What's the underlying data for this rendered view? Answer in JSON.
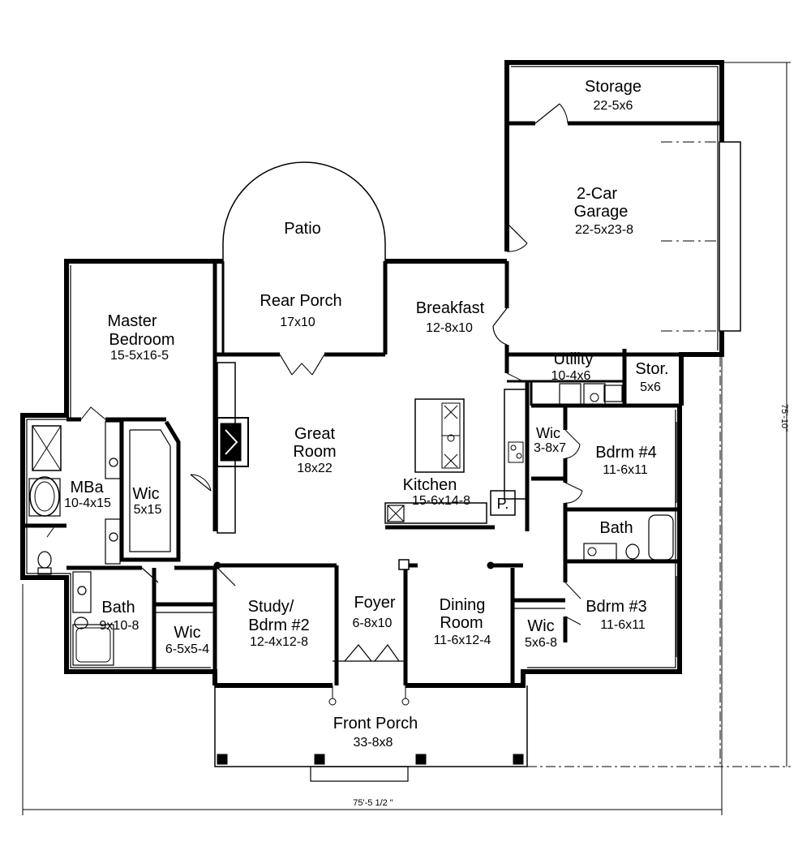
{
  "rooms": {
    "storage": {
      "name": "Storage",
      "dim": "22-5x6"
    },
    "garage": {
      "name1": "2-Car",
      "name2": "Garage",
      "dim": "22-5x23-8"
    },
    "patio": {
      "name": "Patio"
    },
    "rear_porch": {
      "name": "Rear Porch",
      "dim": "17x10"
    },
    "breakfast": {
      "name": "Breakfast",
      "dim": "12-8x10"
    },
    "master": {
      "name1": "Master",
      "name2": "Bedroom",
      "dim": "15-5x16-5"
    },
    "utility": {
      "name": "Utility",
      "dim": "10-4x6"
    },
    "stor": {
      "name": "Stor.",
      "dim": "5x6"
    },
    "great": {
      "name1": "Great",
      "name2": "Room",
      "dim": "18x22"
    },
    "wic_kitchen": {
      "name": "Wic",
      "dim": "3-8x7"
    },
    "bdrm4": {
      "name": "Bdrm #4",
      "dim": "11-6x11"
    },
    "mba": {
      "name": "MBa",
      "dim": "10-4x15"
    },
    "wic_master": {
      "name": "Wic",
      "dim": "5x15"
    },
    "kitchen": {
      "name": "Kitchen",
      "dim": "15-6x14-8"
    },
    "pantry": {
      "name": "P."
    },
    "bath_right": {
      "name": "Bath"
    },
    "bath_left": {
      "name": "Bath",
      "dim": "9x10-8"
    },
    "study": {
      "name1": "Study/",
      "name2": "Bdrm #2",
      "dim": "12-4x12-8"
    },
    "foyer": {
      "name": "Foyer",
      "dim": "6-8x10"
    },
    "dining": {
      "name1": "Dining",
      "name2": "Room",
      "dim": "11-6x12-4"
    },
    "bdrm3": {
      "name": "Bdrm #3",
      "dim": "11-6x11"
    },
    "wic_study": {
      "name": "Wic",
      "dim": "6-5x5-4"
    },
    "wic_bdrm3": {
      "name": "Wic",
      "dim": "5x6-8"
    },
    "front_porch": {
      "name": "Front Porch",
      "dim": "33-8x8"
    }
  },
  "overall": {
    "width": "75'-5 1/2 \"",
    "depth": "75'-10\""
  }
}
